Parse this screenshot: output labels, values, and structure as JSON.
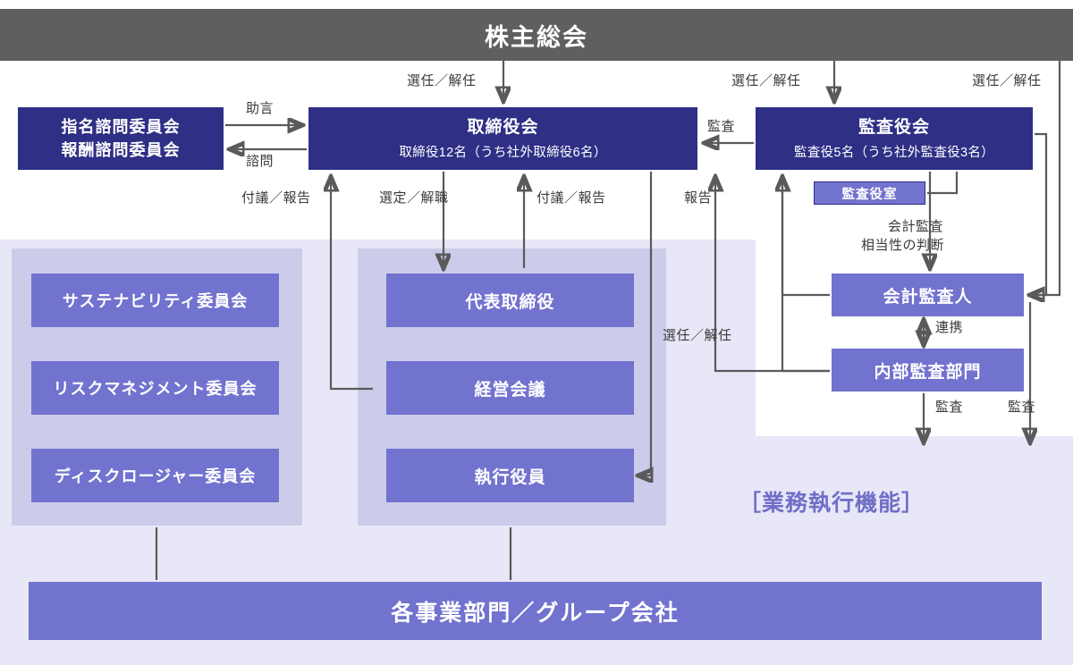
{
  "header": {
    "title": "株主総会"
  },
  "boxes": {
    "nomination": {
      "title_line1": "指名諮問委員会",
      "title_line2": "報酬諮問委員会"
    },
    "board": {
      "title": "取締役会",
      "subtitle": "取締役12名（うち社外取締役6名）"
    },
    "kansayakukai": {
      "title": "監査役会",
      "subtitle": "監査役5名（うち社外監査役3名）"
    },
    "kansayakushitsu": {
      "label": "監査役室"
    },
    "sustainability": {
      "label": "サステナビリティ委員会"
    },
    "risk_management": {
      "label": "リスクマネジメント委員会"
    },
    "disclosure": {
      "label": "ディスクロージャー委員会"
    },
    "representative_director": {
      "label": "代表取締役"
    },
    "management_meeting": {
      "label": "経営会議"
    },
    "executive_officer": {
      "label": "執行役員"
    },
    "accounting_auditor": {
      "label": "会計監査人"
    },
    "internal_audit": {
      "label": "内部監査部門"
    },
    "divisions": {
      "label": "各事業部門／グループ会社"
    }
  },
  "caption": {
    "execution_function": "［業務執行機能］"
  },
  "edges": {
    "shareholders_to_board": "選任／解任",
    "shareholders_to_kansayakukai": "選任／解任",
    "shareholders_to_auditor": "選任／解任",
    "nomination_advice": "助言",
    "nomination_consult": "諮問",
    "kansayakukai_to_board": "監査",
    "committees_to_board": "付議／報告",
    "board_select_dismiss": "選定／解職",
    "exec_to_board": "付議／報告",
    "audit_report_to_board": "報告",
    "accounting_audit_judgement_line1": "会計監査",
    "accounting_audit_judgement_line2": "相当性の判断",
    "board_appoint_exec": "選任／解任",
    "auditor_internal_link": "連携",
    "internal_to_divisions": "監査",
    "auditor_to_divisions": "監査"
  },
  "colors": {
    "header_gray": "#5f5f5f",
    "navy": "#2e2f85",
    "purple": "#7272cf",
    "panel_lavender": "#e8e7f7",
    "panel_inner": "#ccccea",
    "caption_purple": "#6f6fc8",
    "line_gray": "#5a5a5a"
  }
}
